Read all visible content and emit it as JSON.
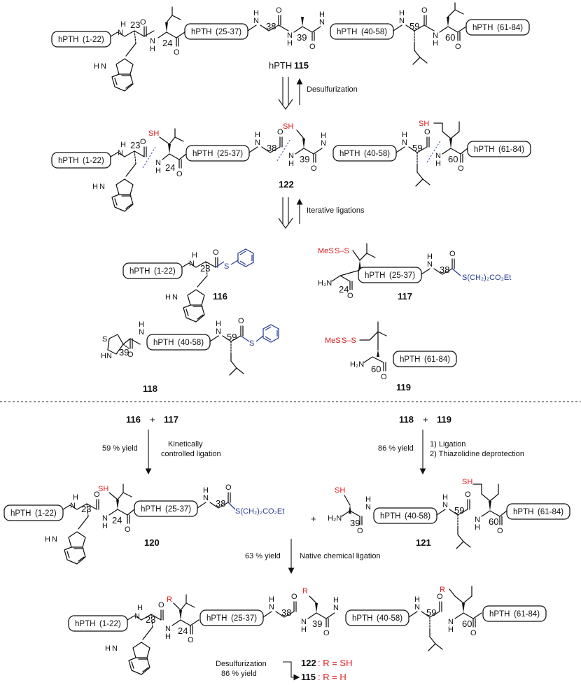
{
  "segments": {
    "hpth_prefix": "hPTH",
    "r1_22": "(1-22)",
    "r25_37": "(25-37)",
    "r40_58": "(40-58)",
    "r61_84": "(61-84)"
  },
  "atoms": {
    "H": "H",
    "N": "N",
    "O": "O",
    "S": "S",
    "SH": "SH",
    "MeS": "MeS",
    "R": "R",
    "H2N": "H₂N",
    "thioester_ethyl": "S(CH₂)₂CO₂Et",
    "sulfur_bridge": "S–S"
  },
  "residue_numbers": {
    "r23": "23",
    "r24": "24",
    "r38": "38",
    "r39": "39",
    "r59": "59",
    "r60": "60"
  },
  "compounds": {
    "hpth_label": "hPTH",
    "c115": "115",
    "c116": "116",
    "c117": "117",
    "c118": "118",
    "c119": "119",
    "c120": "120",
    "c121": "121",
    "c122": "122"
  },
  "arrows": {
    "desulfurization": "Desulfurization",
    "iterative_ligations": "Iterative ligations",
    "yield_59": "59 % yield",
    "kinetic_line1": "Kinetically",
    "kinetic_line2": "controlled ligation",
    "yield_86": "86 % yield",
    "step1": "1) Ligation",
    "step2": "2) Thiazolidine deprotection",
    "yield_63": "63 % yield",
    "ncl": "Native chemical ligation",
    "final_desulf": "Desulfurization",
    "final_yield": "86 % yield"
  },
  "combinations": {
    "plus": "+"
  },
  "final_products": {
    "p122_id": "122",
    "p122_def": ": R = SH",
    "p115_id": "115",
    "p115_def": ": R = H"
  },
  "colors": {
    "heteroatom_red": "#e01b1b",
    "thioester_blue": "#2a3c96",
    "cut_blue": "#5a6ab8"
  }
}
